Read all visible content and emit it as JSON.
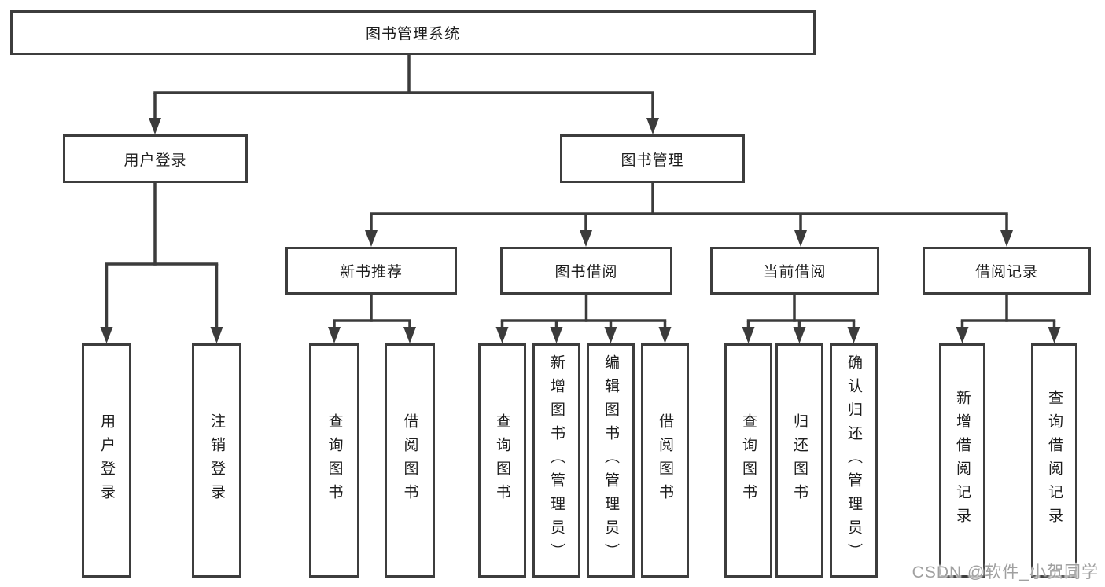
{
  "diagram": {
    "title": "图书管理系统",
    "nodes": {
      "root": "图书管理系统",
      "login": "用户登录",
      "bookmgmt": "图书管理",
      "user_login": "用户登录",
      "logout": "注销登录",
      "newbook": "新书推荐",
      "borrow": "图书借阅",
      "current": "当前借阅",
      "records": "借阅记录",
      "nb_query": "查询图书",
      "nb_borrow": "借阅图书",
      "b_query": "查询图书",
      "b_add": "新增图书（管理员）",
      "b_edit": "编辑图书（管理员）",
      "b_borrow": "借阅图书",
      "c_query": "查询图书",
      "c_return": "归还图书",
      "c_confirm": "确认归还（管理员）",
      "r_add": "新增借阅记录",
      "r_query": "查询借阅记录"
    },
    "hierarchy": {
      "root": [
        "login",
        "bookmgmt"
      ],
      "login": [
        "user_login",
        "logout"
      ],
      "bookmgmt": [
        "newbook",
        "borrow",
        "current",
        "records"
      ],
      "newbook": [
        "nb_query",
        "nb_borrow"
      ],
      "borrow": [
        "b_query",
        "b_add",
        "b_edit",
        "b_borrow"
      ],
      "current": [
        "c_query",
        "c_return",
        "c_confirm"
      ],
      "records": [
        "r_add",
        "r_query"
      ]
    }
  },
  "watermark": "CSDN @软件_小贺同学",
  "colors": {
    "line": "#3b3b3b",
    "border": "#3d3d3d",
    "text": "#1d1d1d",
    "watermark": "#a0a0a0",
    "background": "#ffffff"
  }
}
